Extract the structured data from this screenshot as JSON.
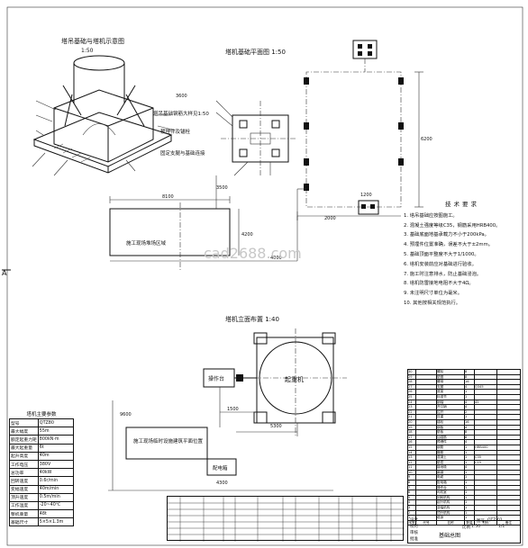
{
  "watermark": "cad2688.com",
  "views": {
    "iso_title": "塔吊基础与塔机示意图",
    "iso_scale": "1:50",
    "iso_note_rebar": "塔吊基础钢筋大样见1:50",
    "iso_note_pile": "预埋件及锚栓",
    "iso_note_pile2": "固定支腿与基础连接",
    "plan_title": "塔机基础平面图 1:50",
    "elev_title": "塔机立面布置 1:40",
    "elev_label_cab": "操作台",
    "elev_label_machine": "起重机",
    "elev_label_room": "施工现场临时设施建筑平面位置",
    "elev_label_base": "配电箱",
    "plan_label_zone": "施工现场堆场区域",
    "dims": [
      "8100",
      "4200",
      "3500",
      "6200",
      "4000",
      "2000",
      "3600",
      "1500",
      "4300",
      "5300",
      "1200",
      "9600"
    ]
  },
  "notes": {
    "title": "技术要求",
    "items": [
      "1. 塔吊基础应按图施工。",
      "2. 混凝土强度等级C35，钢筋采用HRB400。",
      "3. 基础底面地基承载力不小于200kPa。",
      "4. 预埋件位置准确，误差不大于±2mm。",
      "5. 基础顶面平整度不大于1/1000。",
      "6. 塔机安装前应对基础进行验收。",
      "7. 施工时注意排水，防止基础浸泡。",
      "8. 塔机防雷接地电阻不大于4Ω。",
      "9. 未注明尺寸单位为毫米。",
      "10. 其他按相关规范执行。"
    ]
  },
  "params": {
    "title": "塔机主要参数",
    "rows": [
      [
        "型号",
        "QTZ80"
      ],
      [
        "最大幅度",
        "55m"
      ],
      [
        "额定起重力矩",
        "800kN·m"
      ],
      [
        "最大起重量",
        "6t"
      ],
      [
        "起升高度",
        "40m"
      ],
      [
        "工作电压",
        "380V"
      ],
      [
        "总功率",
        "40kW"
      ],
      [
        "回转速度",
        "0.6r/min"
      ],
      [
        "变幅速度",
        "40m/min"
      ],
      [
        "顶升速度",
        "0.5m/min"
      ],
      [
        "工作温度",
        "-20~40℃"
      ],
      [
        "整机重量",
        "48t"
      ],
      [
        "基础尺寸",
        "5×5×1.3m"
      ]
    ]
  },
  "bom_right": {
    "header": [
      "序号",
      "代号",
      "名称",
      "数量",
      "材料",
      "备注"
    ],
    "rows": [
      [
        "30",
        "",
        "螺栓",
        "8",
        "",
        ""
      ],
      [
        "29",
        "",
        "垫圈",
        "8",
        "",
        ""
      ],
      [
        "28",
        "",
        "螺母",
        "16",
        "",
        ""
      ],
      [
        "27",
        "",
        "支腿",
        "4",
        "Q345",
        ""
      ],
      [
        "26",
        "",
        "底架",
        "1",
        "",
        ""
      ],
      [
        "25",
        "",
        "标准节",
        "1",
        "",
        ""
      ],
      [
        "24",
        "",
        "销轴",
        "4",
        "45",
        ""
      ],
      [
        "23",
        "",
        "开口销",
        "4",
        "",
        ""
      ],
      [
        "22",
        "",
        "拉杆",
        "2",
        "",
        ""
      ],
      [
        "21",
        "",
        "压重",
        "1",
        "",
        ""
      ],
      [
        "20",
        "",
        "锚栓",
        "16",
        "",
        ""
      ],
      [
        "19",
        "",
        "钢板",
        "4",
        "",
        ""
      ],
      [
        "18",
        "",
        "垫板",
        "8",
        "",
        ""
      ],
      [
        "17",
        "",
        "加强筋",
        "8",
        "",
        ""
      ],
      [
        "16",
        "",
        "预埋件",
        "4",
        "",
        ""
      ],
      [
        "15",
        "",
        "钢筋",
        "1",
        "HRB400",
        ""
      ],
      [
        "14",
        "",
        "箍筋",
        "1",
        "",
        ""
      ],
      [
        "13",
        "",
        "混凝土",
        "1",
        "C35",
        ""
      ],
      [
        "12",
        "",
        "垫层",
        "1",
        "C15",
        ""
      ],
      [
        "11",
        "",
        "接地极",
        "4",
        "",
        ""
      ],
      [
        "10",
        "",
        "扁钢",
        "1",
        "",
        ""
      ],
      [
        "9",
        "",
        "电缆",
        "1",
        "",
        ""
      ],
      [
        "8",
        "",
        "配电箱",
        "1",
        "",
        ""
      ],
      [
        "7",
        "",
        "操作台",
        "1",
        "",
        ""
      ],
      [
        "6",
        "",
        "司机室",
        "1",
        "",
        ""
      ],
      [
        "5",
        "",
        "回转机构",
        "1",
        "",
        ""
      ],
      [
        "4",
        "",
        "起升机构",
        "1",
        "",
        ""
      ],
      [
        "3",
        "",
        "变幅机构",
        "1",
        "",
        ""
      ],
      [
        "2",
        "",
        "顶升机构",
        "1",
        "",
        ""
      ],
      [
        "1",
        "",
        "塔身",
        "1",
        "",
        ""
      ]
    ]
  },
  "title_block": {
    "drawing_name": "基础总图",
    "drawing_no": "QTZ-01",
    "scale": "1:50",
    "sheet": "1/1",
    "labels": [
      "设计",
      "校对",
      "审核",
      "批准",
      "比例",
      "图号"
    ]
  },
  "side_mark": "A"
}
